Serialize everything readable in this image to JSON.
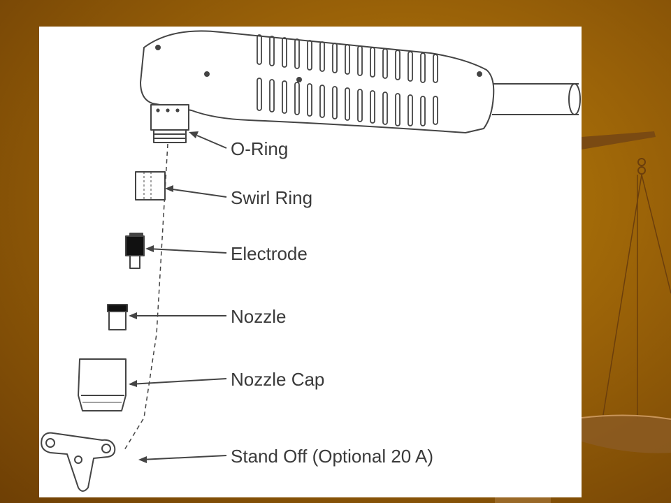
{
  "slide": {
    "colors": {
      "background_center": "#b8800a",
      "background_edge": "#6e3f05",
      "panel": "#ffffff",
      "line_art": "#444444",
      "label_text": "#3a3a3a"
    },
    "decoration": "scales-of-justice"
  },
  "diagram": {
    "subject": "plasma-torch-exploded-view",
    "parts": [
      {
        "id": "o-ring",
        "label": "O-Ring"
      },
      {
        "id": "swirl-ring",
        "label": "Swirl Ring"
      },
      {
        "id": "electrode",
        "label": "Electrode"
      },
      {
        "id": "nozzle",
        "label": "Nozzle"
      },
      {
        "id": "nozzle-cap",
        "label": "Nozzle Cap"
      },
      {
        "id": "stand-off",
        "label": "Stand Off (Optional 20 A)"
      }
    ]
  }
}
